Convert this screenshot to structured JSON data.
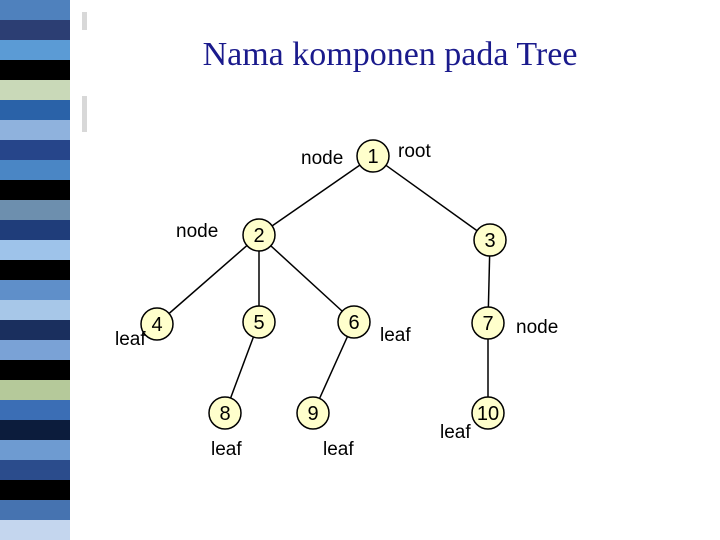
{
  "slide": {
    "title": "Nama komponen pada Tree"
  },
  "colors": {
    "strip": [
      "#4f81bd",
      "#2c3e73",
      "#5b9bd5",
      "#000000",
      "#c9d9b8",
      "#2a62a8",
      "#8fb2dd",
      "#26458a",
      "#4a86c5",
      "#000000",
      "#6d8fae",
      "#1f3d7a",
      "#9ec3ea",
      "#000000",
      "#5f8fc9",
      "#a7c7e8",
      "#1a2f5e",
      "#7aa2d6",
      "#000000",
      "#b5c99a",
      "#3b6eb5",
      "#0c1c3c",
      "#6e9bd1",
      "#2b4c8c",
      "#000000",
      "#4673b0",
      "#c4d6ee"
    ],
    "node_fill": "#ffffcc"
  },
  "tree": {
    "nodes": [
      {
        "id": "n1",
        "num": "1"
      },
      {
        "id": "n2",
        "num": "2"
      },
      {
        "id": "n3",
        "num": "3"
      },
      {
        "id": "n4",
        "num": "4"
      },
      {
        "id": "n5",
        "num": "5"
      },
      {
        "id": "n6",
        "num": "6"
      },
      {
        "id": "n7",
        "num": "7"
      },
      {
        "id": "n8",
        "num": "8"
      },
      {
        "id": "n9",
        "num": "9"
      },
      {
        "id": "n10",
        "num": "10"
      }
    ],
    "edges": [
      [
        "n1",
        "n2"
      ],
      [
        "n1",
        "n3"
      ],
      [
        "n2",
        "n4"
      ],
      [
        "n2",
        "n5"
      ],
      [
        "n2",
        "n6"
      ],
      [
        "n3",
        "n7"
      ],
      [
        "n5",
        "n8"
      ],
      [
        "n6",
        "n9"
      ],
      [
        "n7",
        "n10"
      ]
    ],
    "labels": {
      "root": "root",
      "node_top": "node",
      "node_left": "node",
      "node_right": "node",
      "leaf_4": "leaf",
      "leaf_6": "leaf",
      "leaf_8": "leaf",
      "leaf_9": "leaf",
      "leaf_10": "leaf"
    }
  }
}
